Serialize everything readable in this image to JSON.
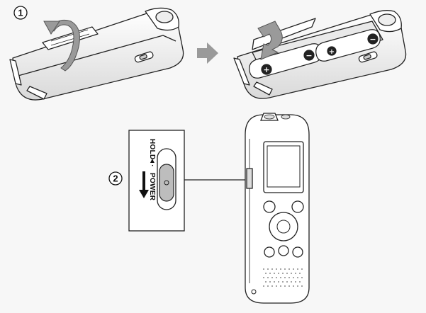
{
  "steps": {
    "step1": "1",
    "step2": "2"
  },
  "switch": {
    "hold_label": "HOLD",
    "power_label": "POWER"
  },
  "battery": {
    "plus": "+",
    "minus": "−"
  },
  "colors": {
    "line": "#222222",
    "fill": "#ffffff",
    "shade": "#cfcfcf",
    "gray_arrow": "#999999",
    "background": "#f7f7f7"
  },
  "icons": [
    "rotate-arrow-icon",
    "right-arrow-icon",
    "insert-arrow-icon",
    "down-arrow-icon"
  ]
}
